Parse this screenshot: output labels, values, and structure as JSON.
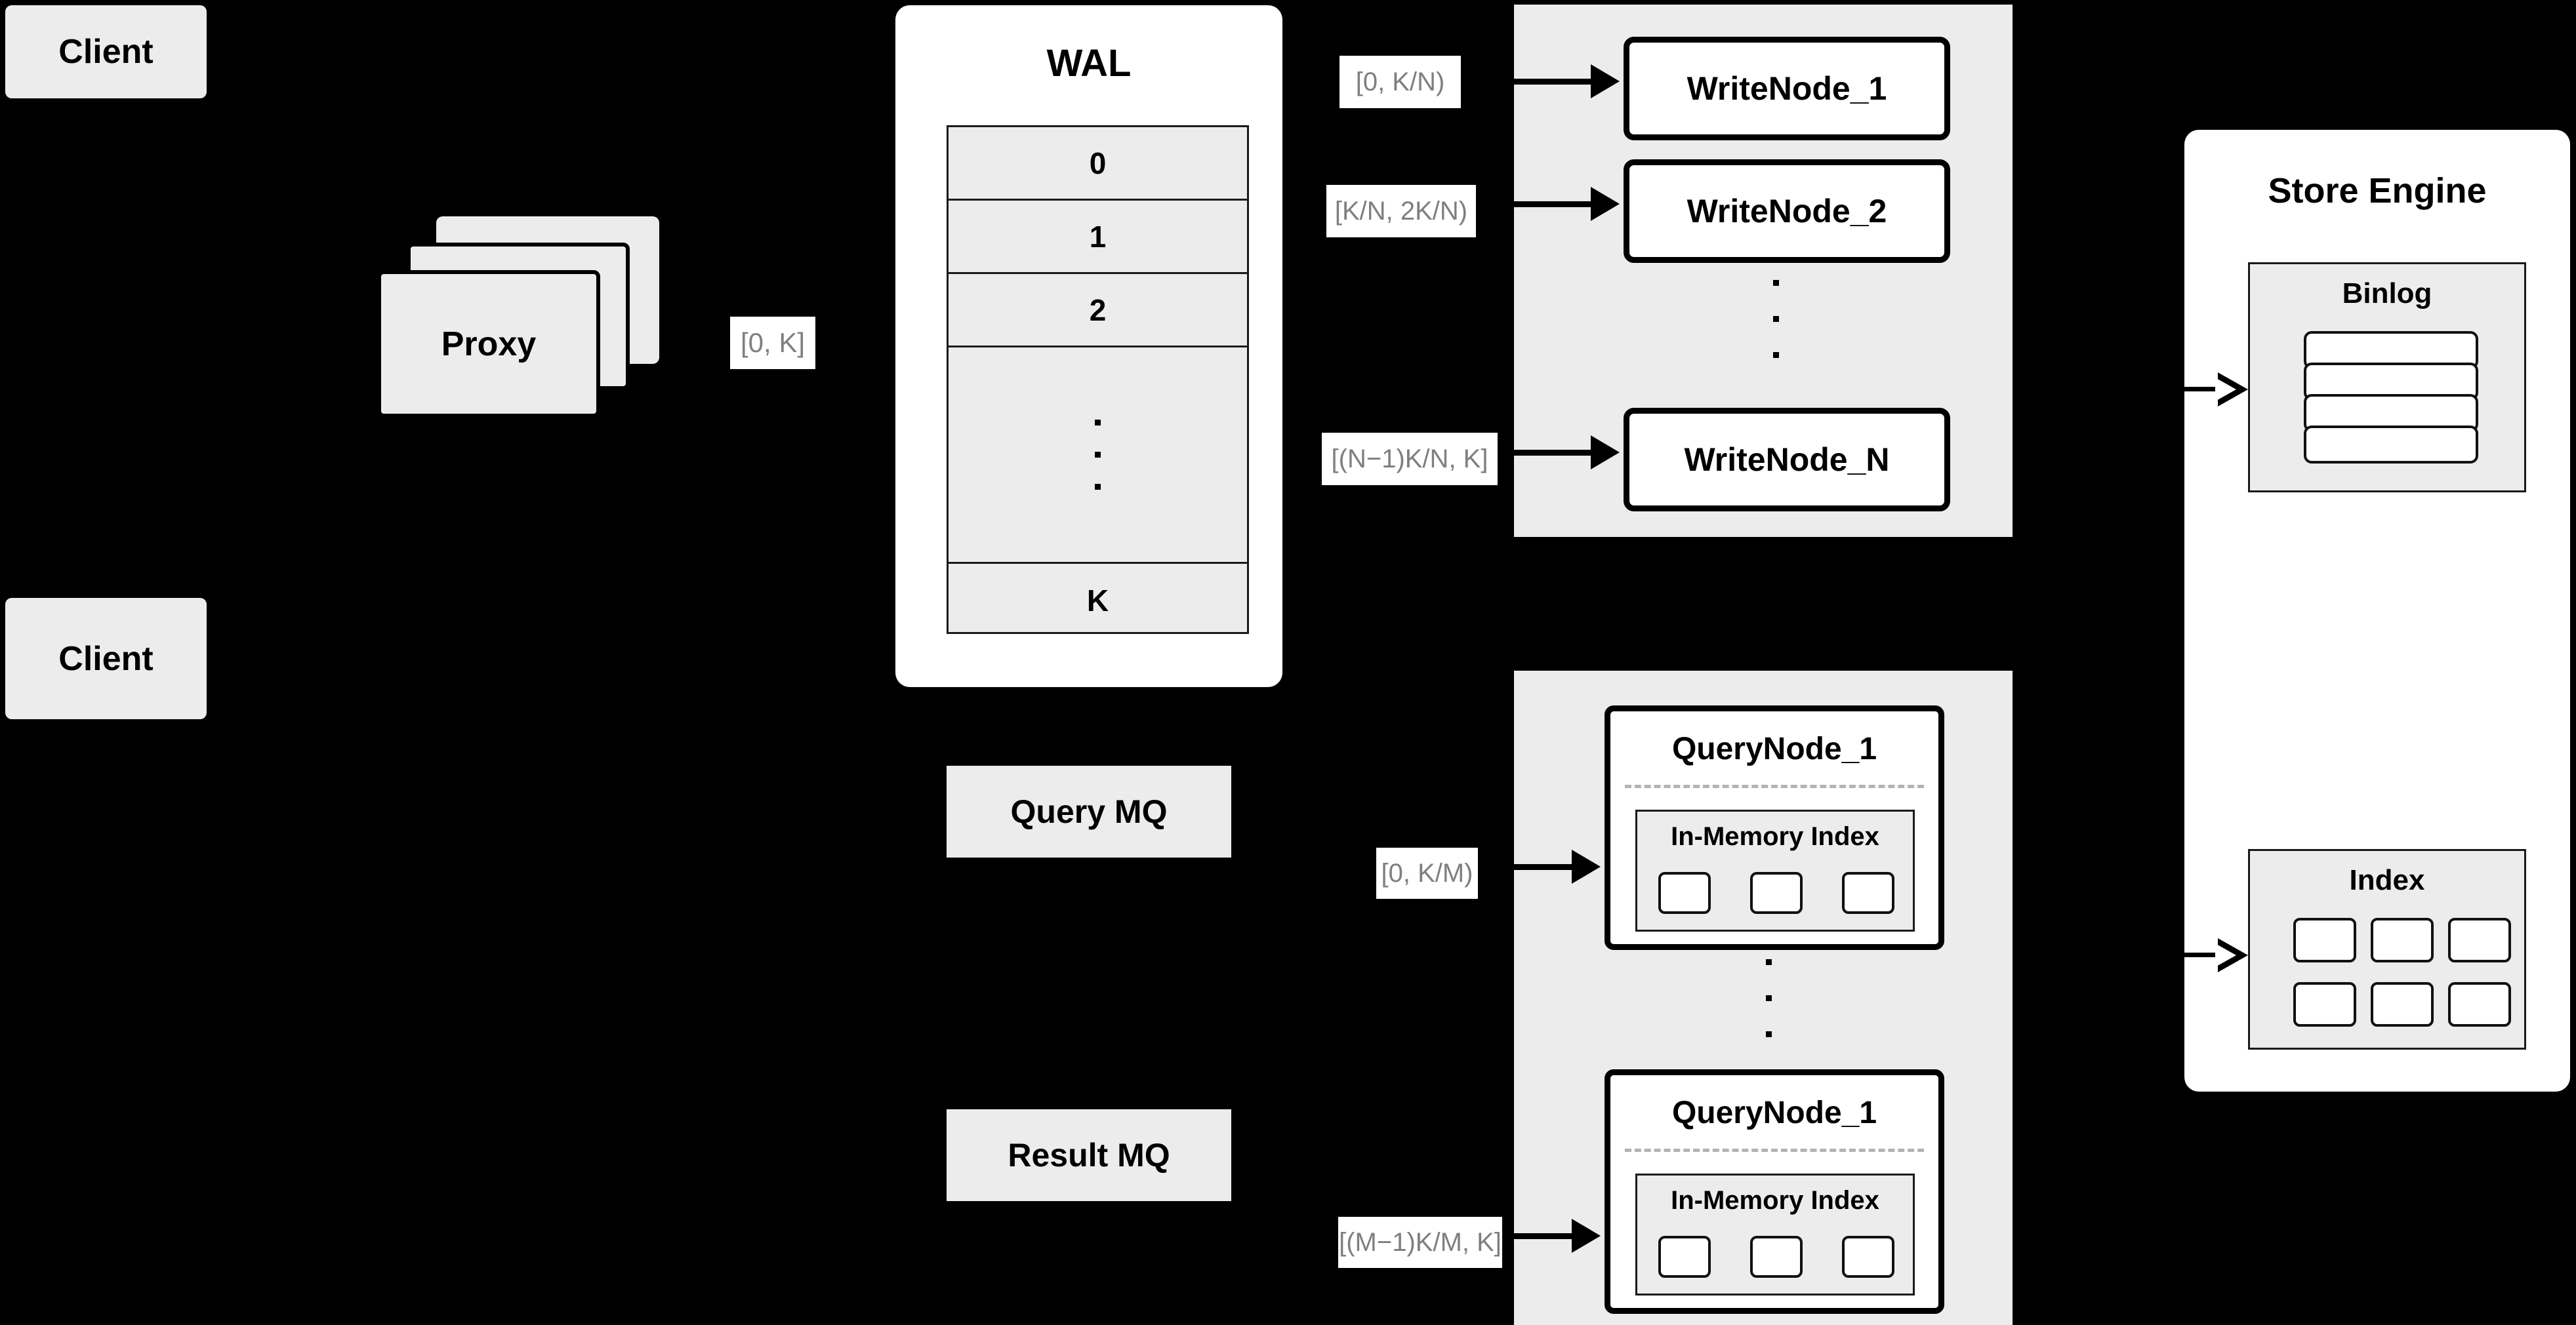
{
  "diagram": {
    "title": "Distributed write/query architecture",
    "background_color": "#000000",
    "node_fill": "#ececec",
    "panel_fill": "#ffffff",
    "tag_text_color": "#7f7f7f"
  },
  "clients": [
    {
      "label": "Client"
    },
    {
      "label": "Client"
    }
  ],
  "proxy": {
    "label": "Proxy",
    "stack_count": 3
  },
  "tags": {
    "proxy_to_wal": "[0, K]",
    "writenode_1": "[0,  K/N)",
    "writenode_2": "[K/N, 2K/N)",
    "writenode_n": "[(N−1)K/N,  K]",
    "querynode_1": "[0, K/M)",
    "querynode_m": "[(M−1)K/M, K]"
  },
  "wal": {
    "title": "WAL",
    "rows": [
      "0",
      "1",
      "2",
      "···",
      "K"
    ],
    "dots_row_index": 3
  },
  "write_group": {
    "nodes": [
      {
        "label": "WriteNode_1"
      },
      {
        "label": "WriteNode_2"
      },
      {
        "label": "WriteNode_N"
      }
    ],
    "ellipsis": "···"
  },
  "message_queues": [
    {
      "label": "Query MQ"
    },
    {
      "label": "Result MQ"
    }
  ],
  "query_group": {
    "nodes": [
      {
        "label": "QueryNode_1",
        "index_label": "In-Memory Index",
        "cell_count": 3
      },
      {
        "label": "QueryNode_1",
        "index_label": "In-Memory Index",
        "cell_count": 3
      }
    ],
    "ellipsis": "···"
  },
  "store_engine": {
    "title": "Store Engine",
    "binlog": {
      "title": "Binlog",
      "bar_count": 4
    },
    "index": {
      "title": "Index",
      "rows": 2,
      "cols": 3
    }
  }
}
